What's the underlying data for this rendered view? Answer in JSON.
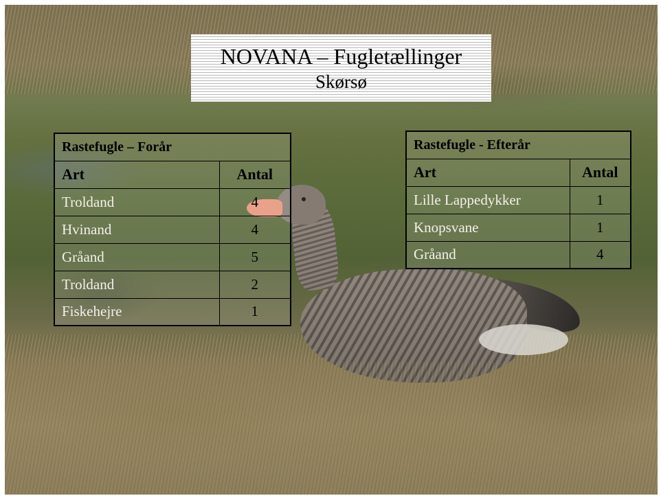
{
  "title": {
    "line1": "NOVANA – Fugletællinger",
    "line2": "Skørsø"
  },
  "spring": {
    "caption": "Rastefugle – Forår",
    "headers": [
      "Art",
      "Antal"
    ],
    "rows": [
      {
        "art": "Troldand",
        "antal": "4"
      },
      {
        "art": "Hvinand",
        "antal": "4"
      },
      {
        "art": "Gråand",
        "antal": "5"
      },
      {
        "art": "Troldand",
        "antal": "2"
      },
      {
        "art": "Fiskehejre",
        "antal": "1"
      }
    ]
  },
  "autumn": {
    "caption": "Rastefugle - Efterår",
    "headers": [
      "Art",
      "Antal"
    ],
    "rows": [
      {
        "art": "Lille Lappedykker",
        "antal": "1"
      },
      {
        "art": "Knopsvane",
        "antal": "1"
      },
      {
        "art": "Gråand",
        "antal": "4"
      }
    ]
  },
  "colors": {
    "table_border": "#000000",
    "title_stripe": "#b8b8b8",
    "beak": "#e8957a"
  }
}
